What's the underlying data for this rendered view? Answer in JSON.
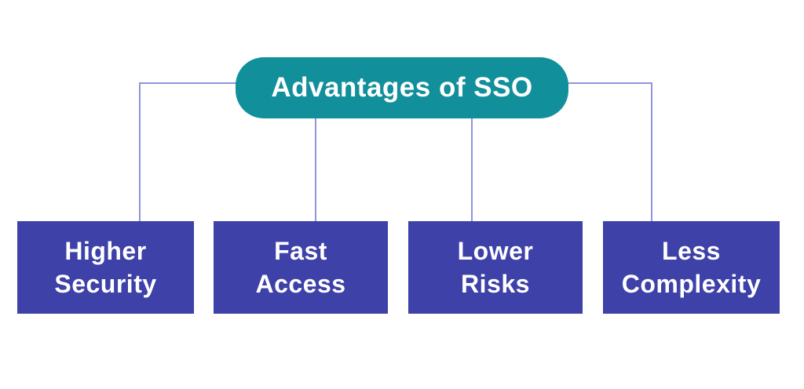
{
  "diagram": {
    "title": "Advantages of SSO",
    "nodes": [
      {
        "label": "Higher\nSecurity"
      },
      {
        "label": "Fast\nAccess"
      },
      {
        "label": "Lower\nRisks"
      },
      {
        "label": "Less\nComplexity"
      }
    ],
    "colors": {
      "header_bg": "#118f9a",
      "node_bg": "#3d41a8",
      "connector": "#8f94dc",
      "text": "#ffffff",
      "background": "#ffffff"
    }
  }
}
